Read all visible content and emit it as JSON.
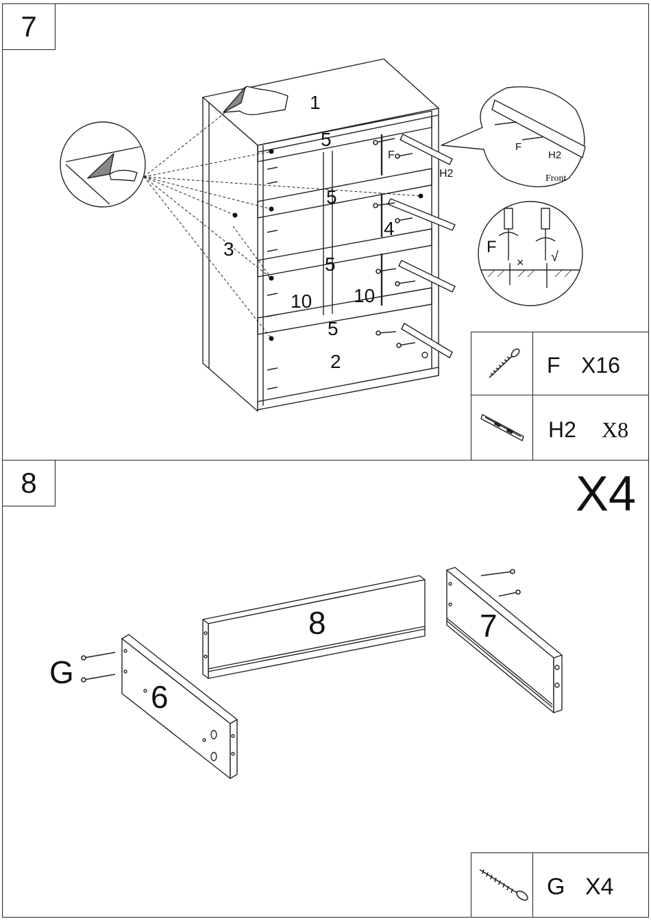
{
  "step7": {
    "number": "7",
    "part_labels": {
      "top": "1",
      "bottom": "2",
      "side": "3",
      "divider": "4",
      "rail1": "5",
      "rail2": "5",
      "rail3": "5",
      "rail4": "5",
      "panel_left": "10",
      "panel_right": "10"
    },
    "callout": {
      "screw": "F",
      "rail": "H2",
      "detail_screw": "F",
      "detail_rail": "H2",
      "orientation": "Front"
    },
    "screw_detail": {
      "screw": "F",
      "wrong": "×",
      "right": "√"
    },
    "hardware": [
      {
        "icon": "screw-f-icon",
        "code": "F",
        "qty": "X16"
      },
      {
        "icon": "slide-rail-h2-icon",
        "code": "H2",
        "qty": "X8"
      }
    ]
  },
  "step8": {
    "number": "8",
    "repeat": "X4",
    "part_labels": {
      "front": "8",
      "back": "7",
      "side": "6",
      "screw": "G"
    },
    "hardware": [
      {
        "icon": "screw-g-icon",
        "code": "G",
        "qty": "X4"
      }
    ]
  },
  "colors": {
    "line": "#222222",
    "background": "#ffffff",
    "grid": "#555555"
  }
}
